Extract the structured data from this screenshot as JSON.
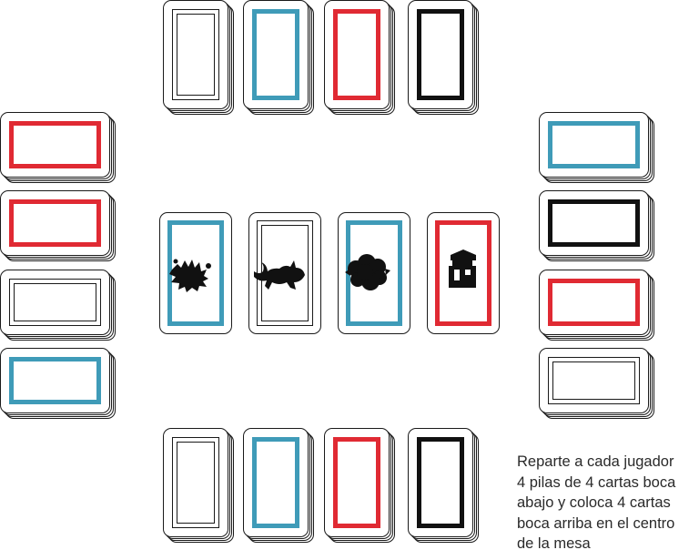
{
  "colors": {
    "red": "#e02a33",
    "blue": "#3f9bb8",
    "black": "#111111",
    "plain": "plain"
  },
  "piles": {
    "top": [
      "plain",
      "blue",
      "red",
      "black"
    ],
    "bottom": [
      "plain",
      "blue",
      "red",
      "black"
    ],
    "left": [
      "red",
      "red",
      "plain",
      "blue"
    ],
    "right": [
      "blue",
      "black",
      "red",
      "plain"
    ]
  },
  "center_cards": [
    {
      "frame": "blue",
      "icon": "dragon-icon"
    },
    {
      "frame": "plain",
      "icon": "lizard-icon"
    },
    {
      "frame": "blue",
      "icon": "flower-icon"
    },
    {
      "frame": "red",
      "icon": "house-icon"
    }
  ],
  "instructions": "Reparte a cada jugador\n4 pilas de 4 cartas boca\nabajo y coloca 4 cartas\nboca arriba en el centro\nde la mesa"
}
